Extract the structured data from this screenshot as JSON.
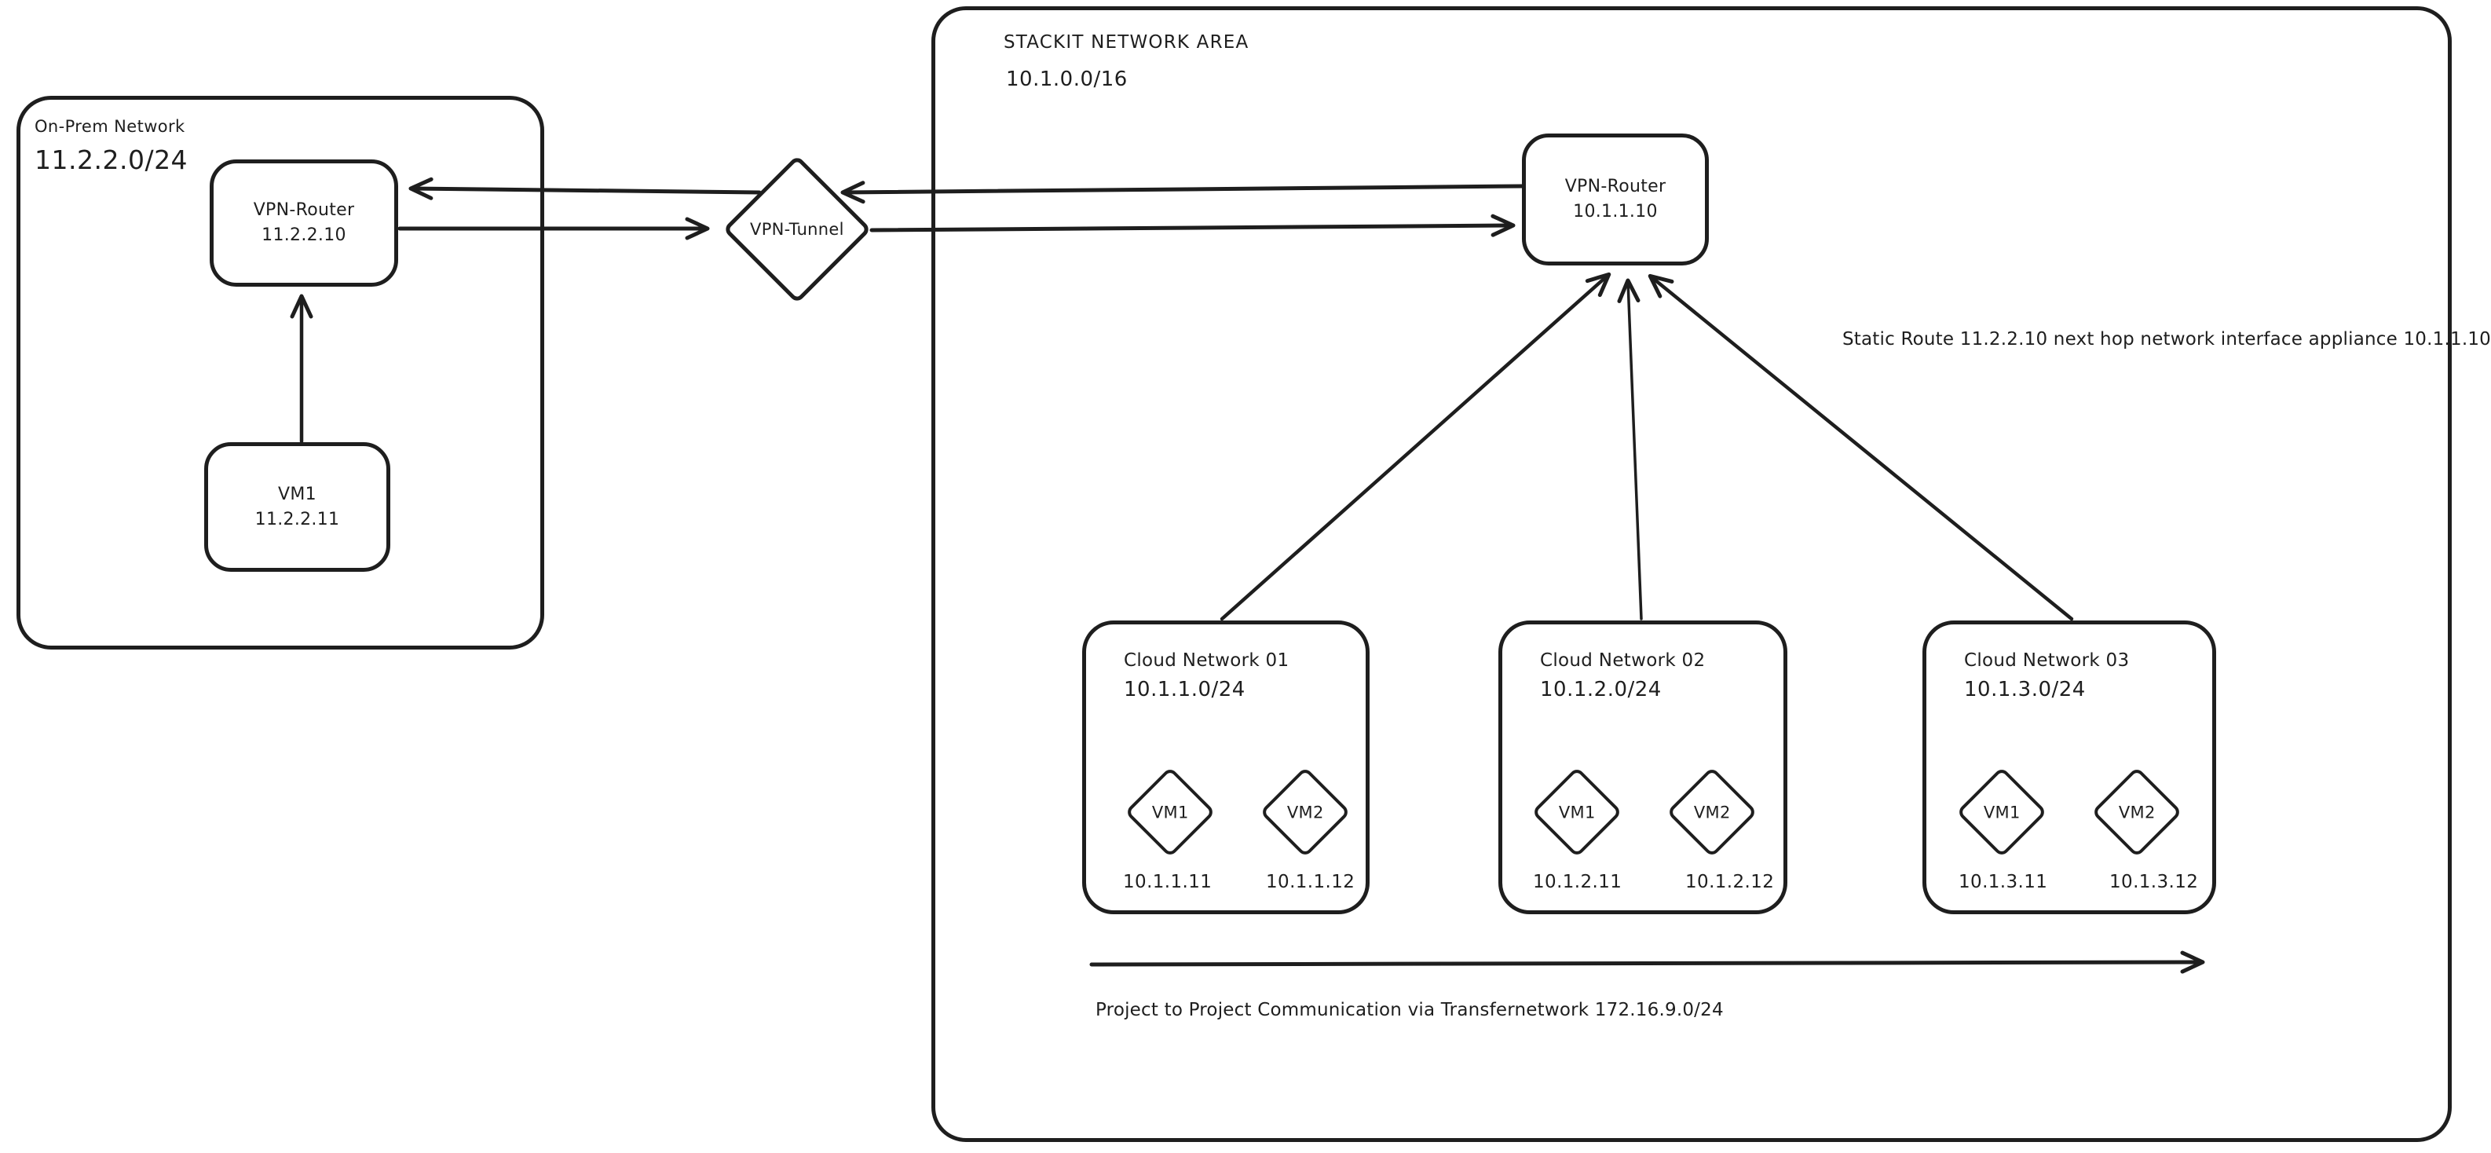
{
  "colors": {
    "stroke": "#1e1e1e",
    "background": "#ffffff"
  },
  "onprem": {
    "title": "On-Prem Network",
    "subnet": "11.2.2.0/24",
    "router": {
      "name": "VPN-Router",
      "ip": "11.2.2.10"
    },
    "vm1": {
      "name": "VM1",
      "ip": "11.2.2.11"
    }
  },
  "tunnel": {
    "label": "VPN-Tunnel"
  },
  "stackit": {
    "title": "STACKIT NETWORK AREA",
    "subnet": "10.1.0.0/16",
    "router": {
      "name": "VPN-Router",
      "ip": "10.1.1.10"
    },
    "static_route_note": "Static Route 11.2.2.10 next hop network interface appliance 10.1.1.10",
    "transfer_note": "Project to Project Communication via Transfernetwork 172.16.9.0/24",
    "clouds": [
      {
        "title": "Cloud Network 01",
        "subnet": "10.1.1.0/24",
        "vm1": {
          "name": "VM1",
          "ip": "10.1.1.11"
        },
        "vm2": {
          "name": "VM2",
          "ip": "10.1.1.12"
        }
      },
      {
        "title": "Cloud Network 02",
        "subnet": "10.1.2.0/24",
        "vm1": {
          "name": "VM1",
          "ip": "10.1.2.11"
        },
        "vm2": {
          "name": "VM2",
          "ip": "10.1.2.12"
        }
      },
      {
        "title": "Cloud Network 03",
        "subnet": "10.1.3.0/24",
        "vm1": {
          "name": "VM1",
          "ip": "10.1.3.11"
        },
        "vm2": {
          "name": "VM2",
          "ip": "10.1.3.12"
        }
      }
    ]
  }
}
